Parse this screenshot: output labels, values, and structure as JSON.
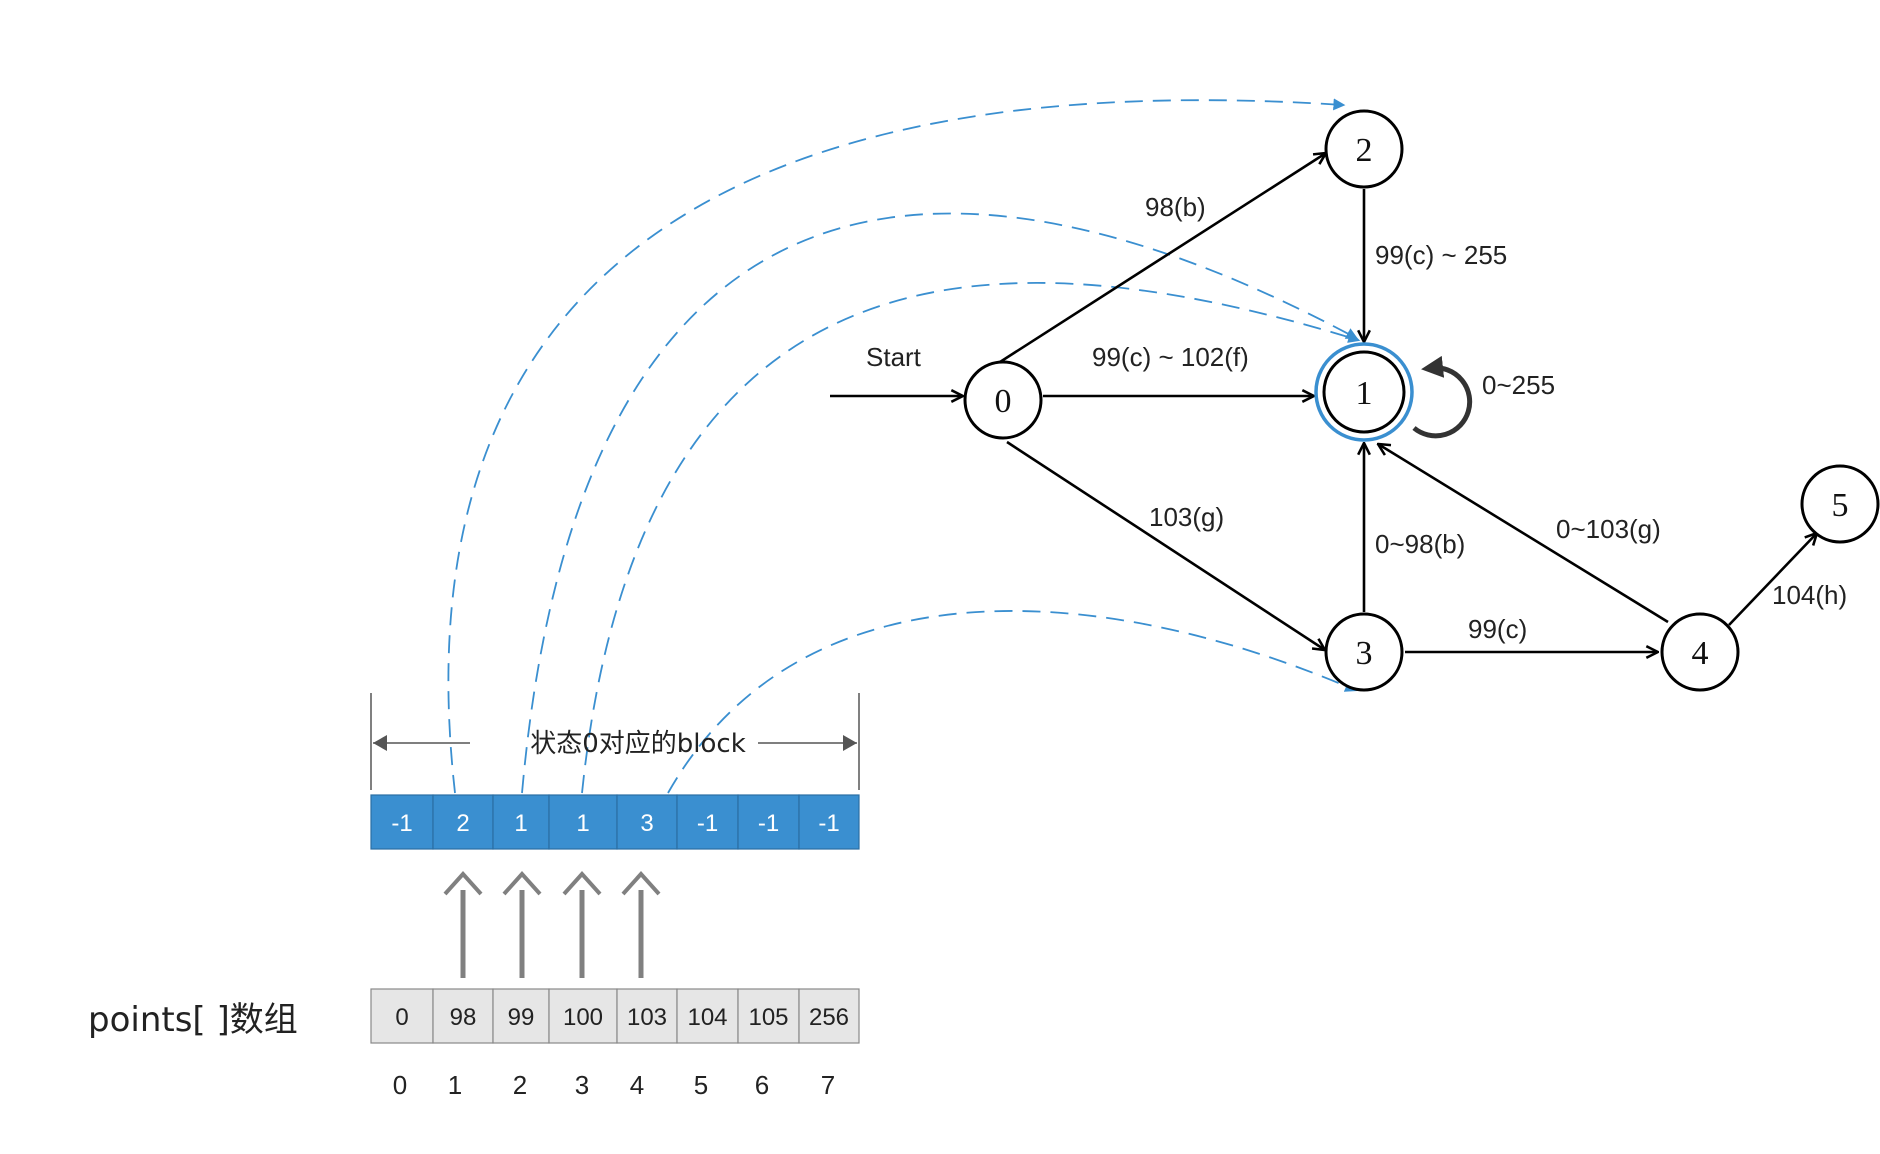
{
  "states": [
    "0",
    "1",
    "2",
    "3",
    "4",
    "5"
  ],
  "start_label": "Start",
  "edge_labels": {
    "e0_2": "98(b)",
    "e0_1": "99(c) ~ 102(f)",
    "e0_3": "103(g)",
    "e2_1": "99(c) ~ 255",
    "e1_1": "0~255",
    "e3_1": "0~98(b)",
    "e4_1": "0~103(g)",
    "e3_4": "99(c)",
    "e4_5": "104(h)"
  },
  "block_label": "状态0对应的block",
  "block_cells": [
    "-1",
    "2",
    "1",
    "1",
    "3",
    "-1",
    "-1",
    "-1"
  ],
  "points_label": "points[ ]数组",
  "points_cells": [
    "0",
    "98",
    "99",
    "100",
    "103",
    "104",
    "105",
    "256"
  ],
  "indices": [
    "0",
    "1",
    "2",
    "3",
    "4",
    "5",
    "6",
    "7"
  ],
  "colors": {
    "block_fill": "#3a8fd0",
    "points_fill": "#e6e6e6",
    "dashed_arc": "#3a8fd0",
    "accept_ring": "#3a8fd0",
    "up_arrow": "#808080"
  }
}
